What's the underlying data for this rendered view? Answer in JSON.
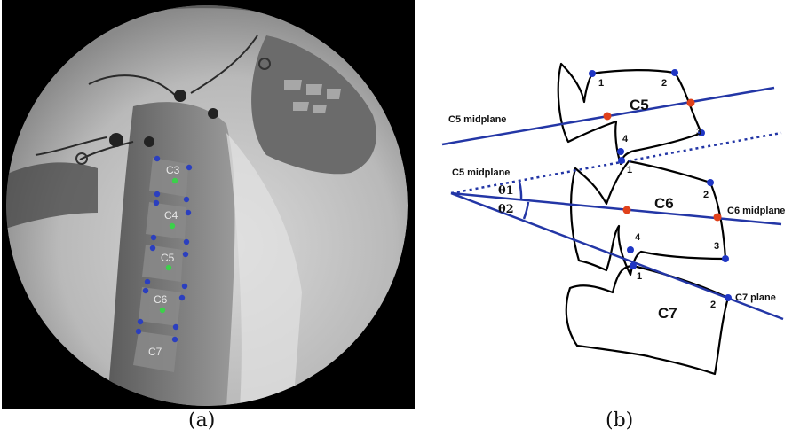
{
  "figure": {
    "captions": {
      "a": "(a)",
      "b": "(b)"
    },
    "panel_a": {
      "vertebra_labels": [
        "C3",
        "C4",
        "C5",
        "C6",
        "C7"
      ],
      "colors": {
        "corner_point": "#2b3fbf",
        "center_point": "#3bd14a",
        "label": "#e8e8e8"
      }
    },
    "panel_b": {
      "vertebrae": [
        "C5",
        "C6",
        "C7"
      ],
      "corner_numbers": [
        "1",
        "2",
        "3",
        "4"
      ],
      "line_labels": {
        "c5_midplane_solid": "C5 midplane",
        "c5_midplane_dotted": "C5 midplane",
        "c6_midplane": "C6 midplane",
        "c7_plane": "C7 plane"
      },
      "angles": {
        "theta1": "θ1",
        "theta2": "θ2"
      },
      "colors": {
        "line": "#2336a6",
        "corner_point": "#1f36c4",
        "mid_point": "#e0411b",
        "outline": "#000000"
      }
    }
  }
}
